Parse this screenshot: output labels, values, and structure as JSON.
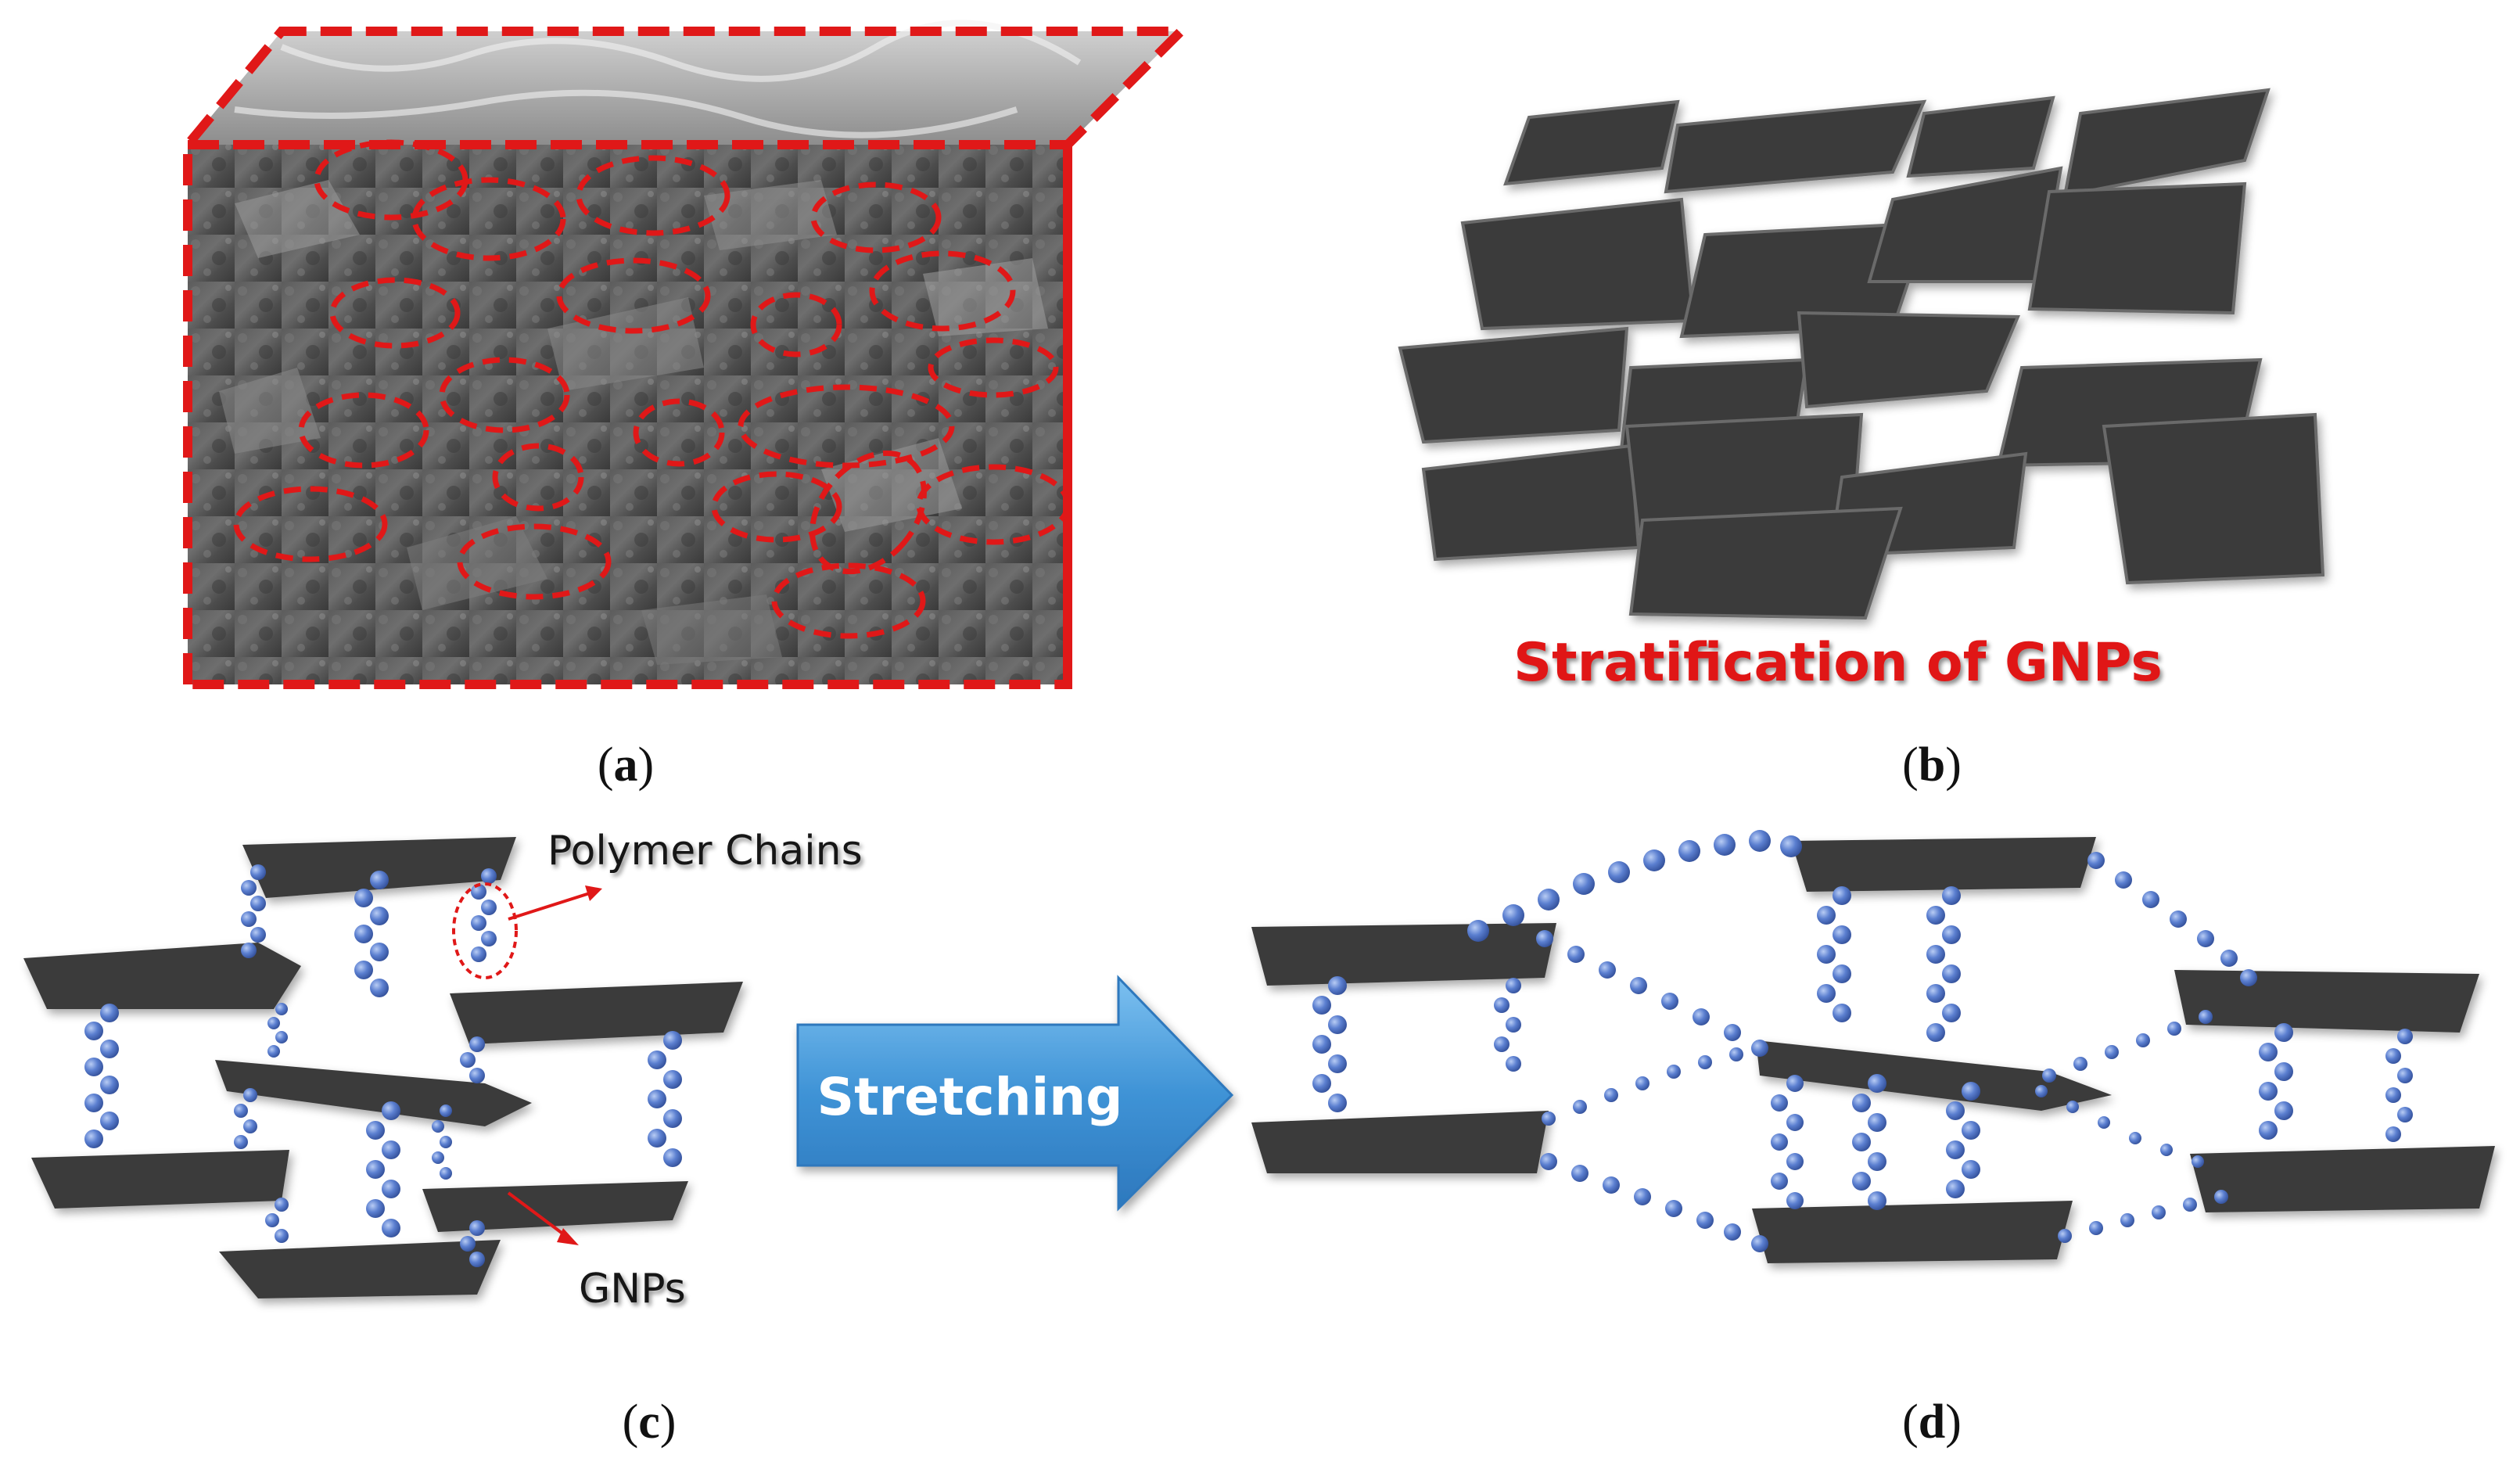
{
  "panels": {
    "a": {
      "label_open": "(",
      "letter": "a",
      "label_close": ")"
    },
    "b": {
      "label_open": "(",
      "letter": "b",
      "label_close": ")",
      "caption": "Stratification of GNPs"
    },
    "c": {
      "label_open": "(",
      "letter": "c",
      "label_close": ")",
      "callout_polymer": "Polymer Chains",
      "callout_gnps": "GNPs"
    },
    "d": {
      "label_open": "(",
      "letter": "d",
      "label_close": ")"
    }
  },
  "arrow": {
    "label": "Stretching"
  },
  "colors": {
    "flake": "#3b3b3b",
    "chain": "#5b7fd0",
    "highlight": "#e01818",
    "arrow": "#4fa3e0",
    "sem_dark": "#4a4a4a"
  },
  "icons": {
    "sem": "sem-micrograph",
    "arrow": "right-arrow-icon"
  }
}
